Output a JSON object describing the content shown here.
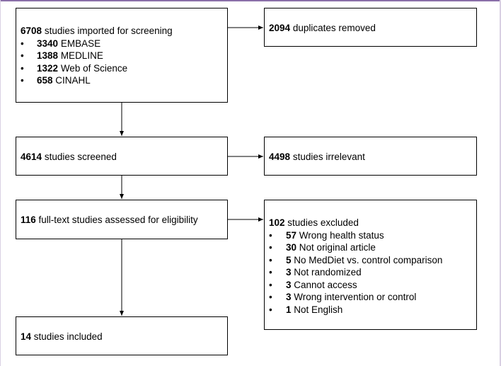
{
  "boxes": {
    "imported": {
      "count": "6708",
      "text": "studies imported for screening",
      "bullet_symbol": "•",
      "sources": [
        {
          "count": "3340",
          "name": "EMBASE"
        },
        {
          "count": "1388",
          "name": "MEDLINE"
        },
        {
          "count": "1322",
          "name": "Web of Science"
        },
        {
          "count": "658",
          "name": "CINAHL"
        }
      ]
    },
    "duplicates": {
      "count": "2094",
      "text": "duplicates removed"
    },
    "screened": {
      "count": "4614",
      "text": "studies screened"
    },
    "irrelevant": {
      "count": "4498",
      "text": "studies irrelevant"
    },
    "fulltext": {
      "count": "116",
      "text": "full-text studies assessed for eligibility"
    },
    "excluded": {
      "count": "102",
      "text": "studies excluded",
      "bullet_symbol": "•",
      "reasons": [
        {
          "count": "57",
          "text": "Wrong health status"
        },
        {
          "count": "30",
          "text": "Not original article"
        },
        {
          "count": "5",
          "text": "No MedDiet vs. control comparison"
        },
        {
          "count": "3",
          "text": "Not randomized"
        },
        {
          "count": "3",
          "text": "Cannot access"
        },
        {
          "count": "3",
          "text": "Wrong intervention or control"
        },
        {
          "count": "1",
          "text": "Not English"
        }
      ]
    },
    "included": {
      "count": "14",
      "text": "studies included"
    }
  }
}
